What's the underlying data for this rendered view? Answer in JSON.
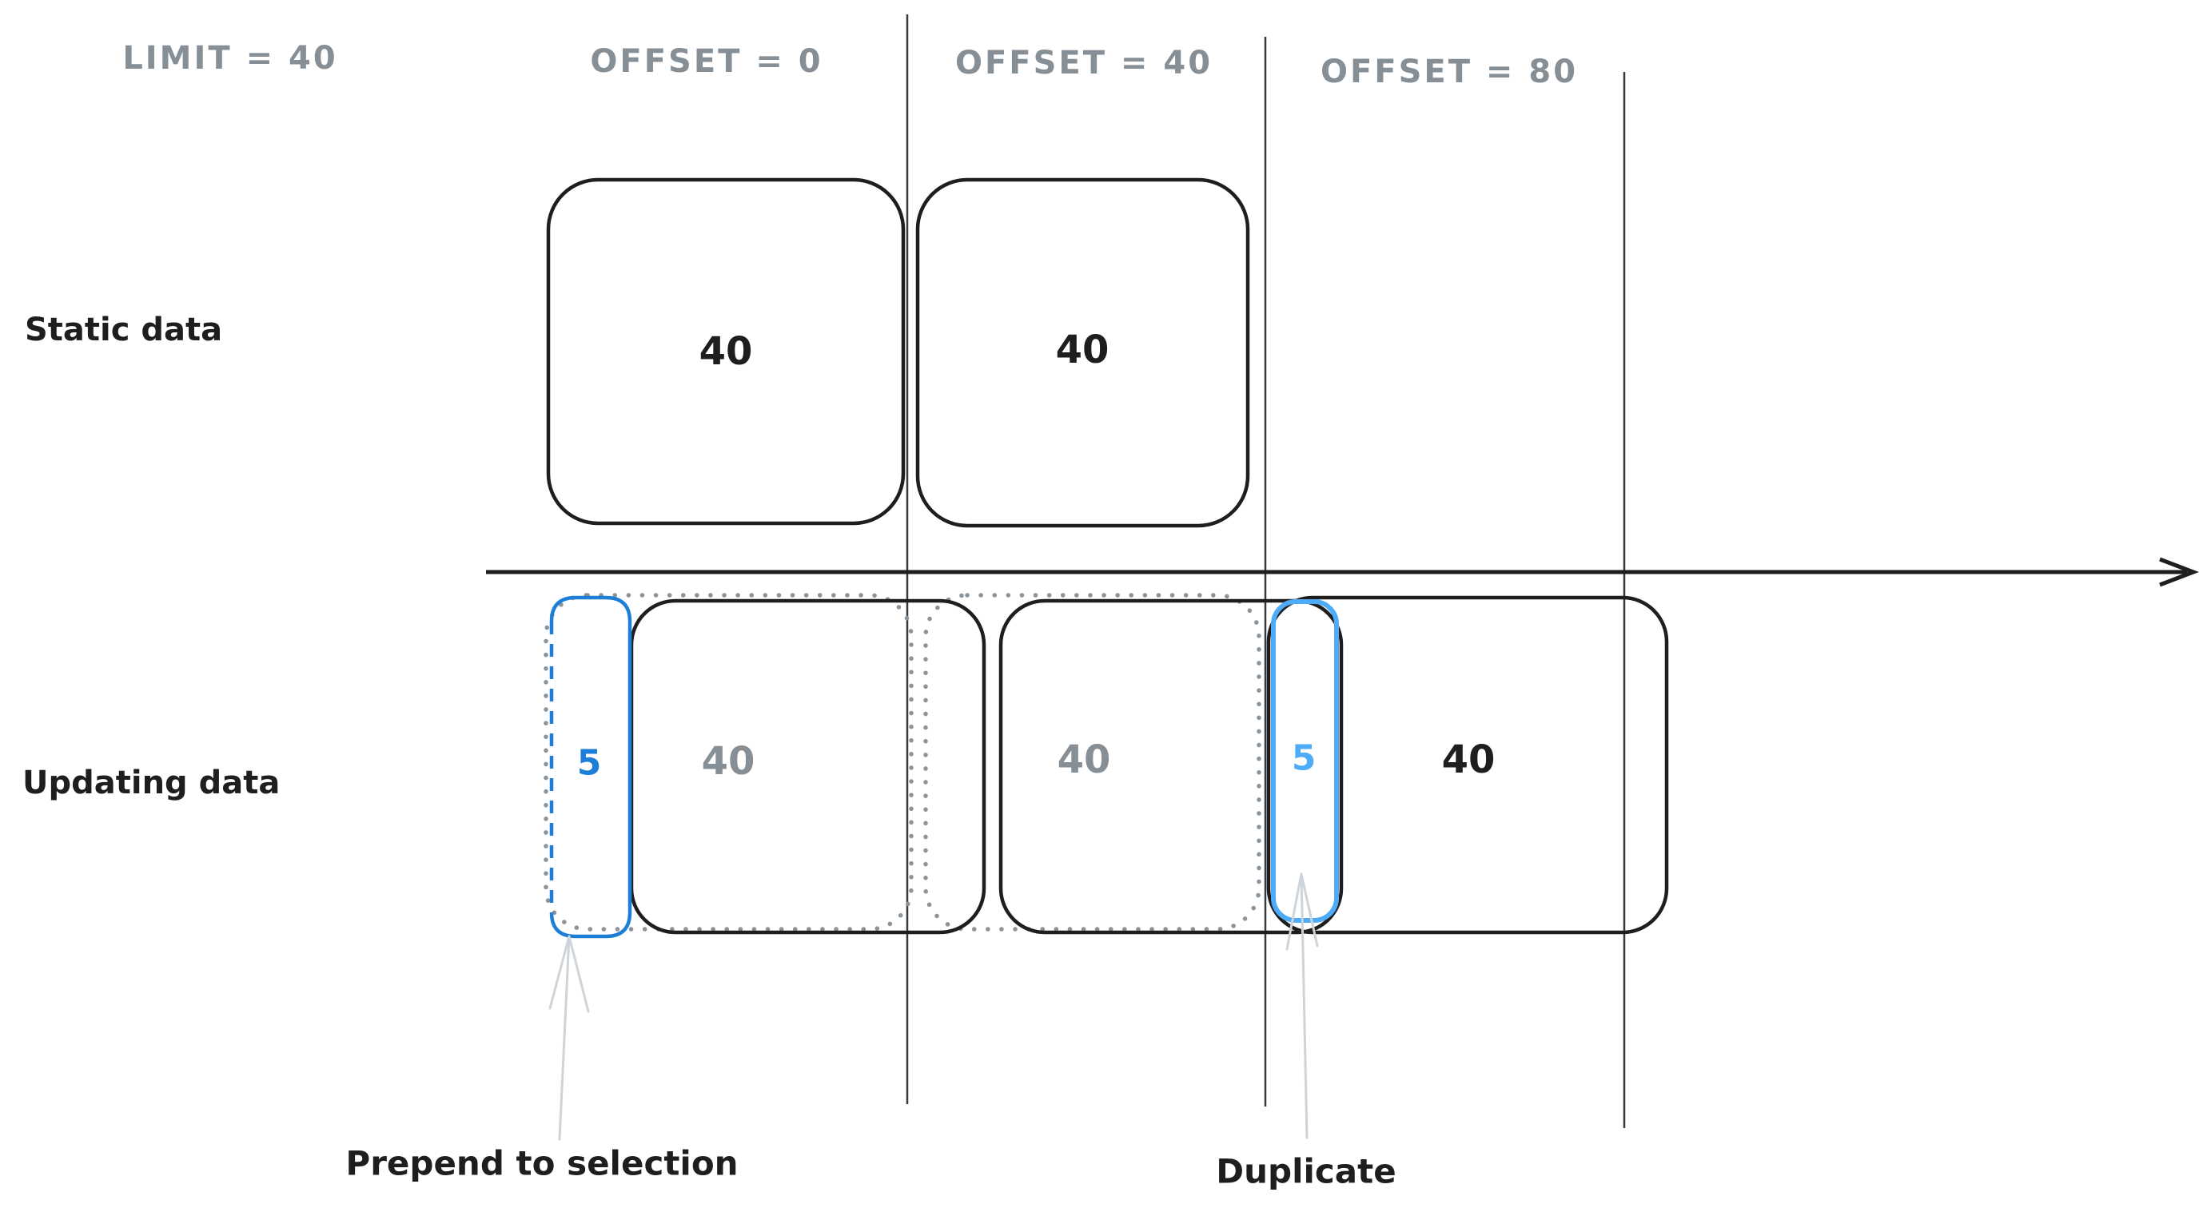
{
  "diagram_title_context": "LIMIT/OFFSET pagination diagram",
  "colors": {
    "ink": "#1e1e1e",
    "muted_gray": "#868e96",
    "dotted_gray": "#8b939b",
    "light_arrow_gray": "#ced4da",
    "accent_blue_dark": "#1c7ed6",
    "accent_blue_light": "#4dabf7"
  },
  "headers": {
    "limit": "LIMIT = 40",
    "offset_0": "OFFSET = 0",
    "offset_40": "OFFSET = 40",
    "offset_80": "OFFSET = 80"
  },
  "row_labels": {
    "static": "Static data",
    "updating": "Updating data"
  },
  "static_row": {
    "page1_count": "40",
    "page2_count": "40"
  },
  "updating_row": {
    "prepended_count": "5",
    "old_page1_count": "40",
    "old_page2_count": "40",
    "duplicate_count": "5",
    "new_page3_count": "40"
  },
  "annotations": {
    "prepend": "Prepend to selection",
    "duplicate": "Duplicate"
  }
}
